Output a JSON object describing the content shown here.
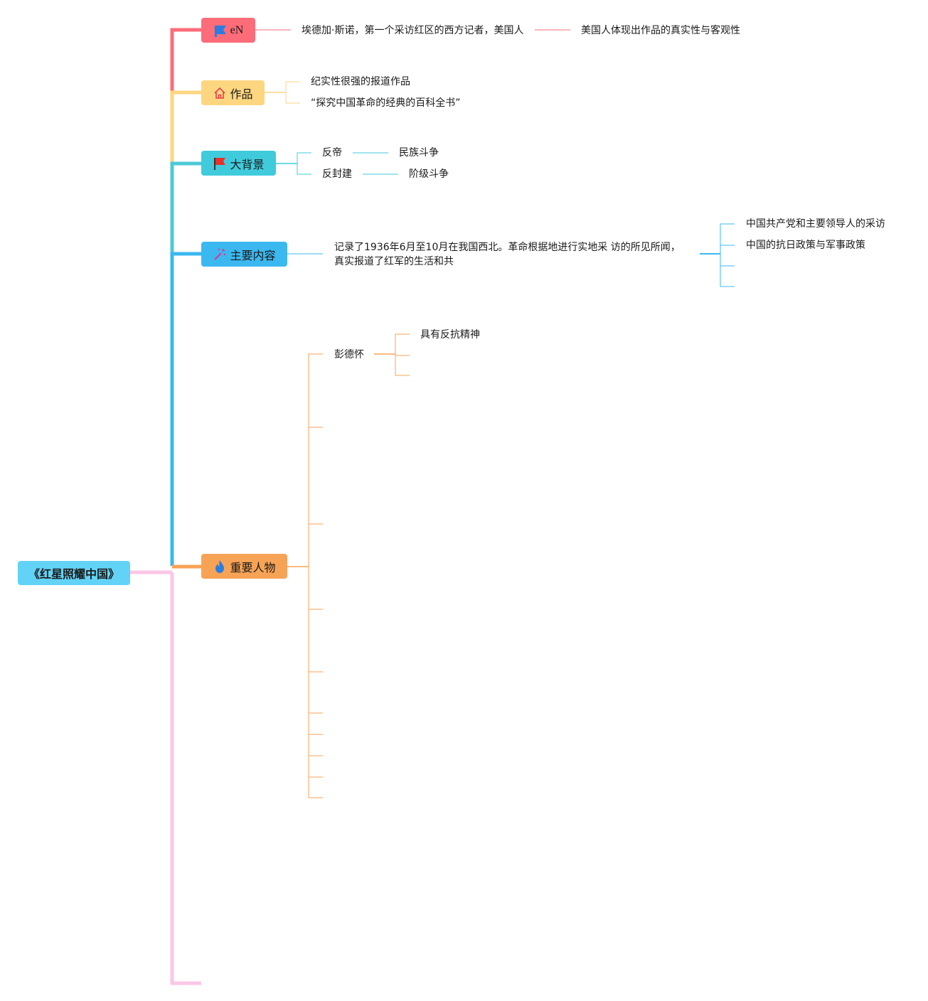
{
  "root": {
    "label": "《红星照耀中国》"
  },
  "colors": {
    "author": "#fc6c79",
    "works": "#fdd67f",
    "background": "#3fcbdc",
    "content": "#3bb8f0",
    "people": "#f7a356",
    "extra": "#fbc6e6"
  },
  "branches": {
    "author": {
      "label": "eN",
      "icon": "blue-flag-icon",
      "leaf": "埃德加·斯诺，第一个采访红区的西方记者，美国人",
      "leaf_child": "美国人体现出作品的真实性与客观性"
    },
    "works": {
      "label": "作品",
      "icon": "house-icon",
      "leaves": [
        "纪实性很强的报道作品",
        "“探究中国革命的经典的百科全书”"
      ]
    },
    "background": {
      "label": "大背景",
      "icon": "red-flag-icon",
      "items": [
        {
          "label": "反帝",
          "child": "民族斗争"
        },
        {
          "label": "反封建",
          "child": "阶级斗争"
        }
      ]
    },
    "content": {
      "label": "主要内容",
      "icon": "sparkle-icon",
      "leaf": "记录了1936年6月至10月在我国西北。革命根据地进行实地采 访的所见所闻，真实报道了红军的生活和共",
      "children": [
        "中国共产党和主要领导人的采访",
        "中国的抗日政策与军事政策"
      ]
    },
    "people": {
      "label": "重要人物",
      "icon": "flame-icon",
      "person": "彭德怀",
      "person_trait": "具有反抗精神"
    }
  }
}
